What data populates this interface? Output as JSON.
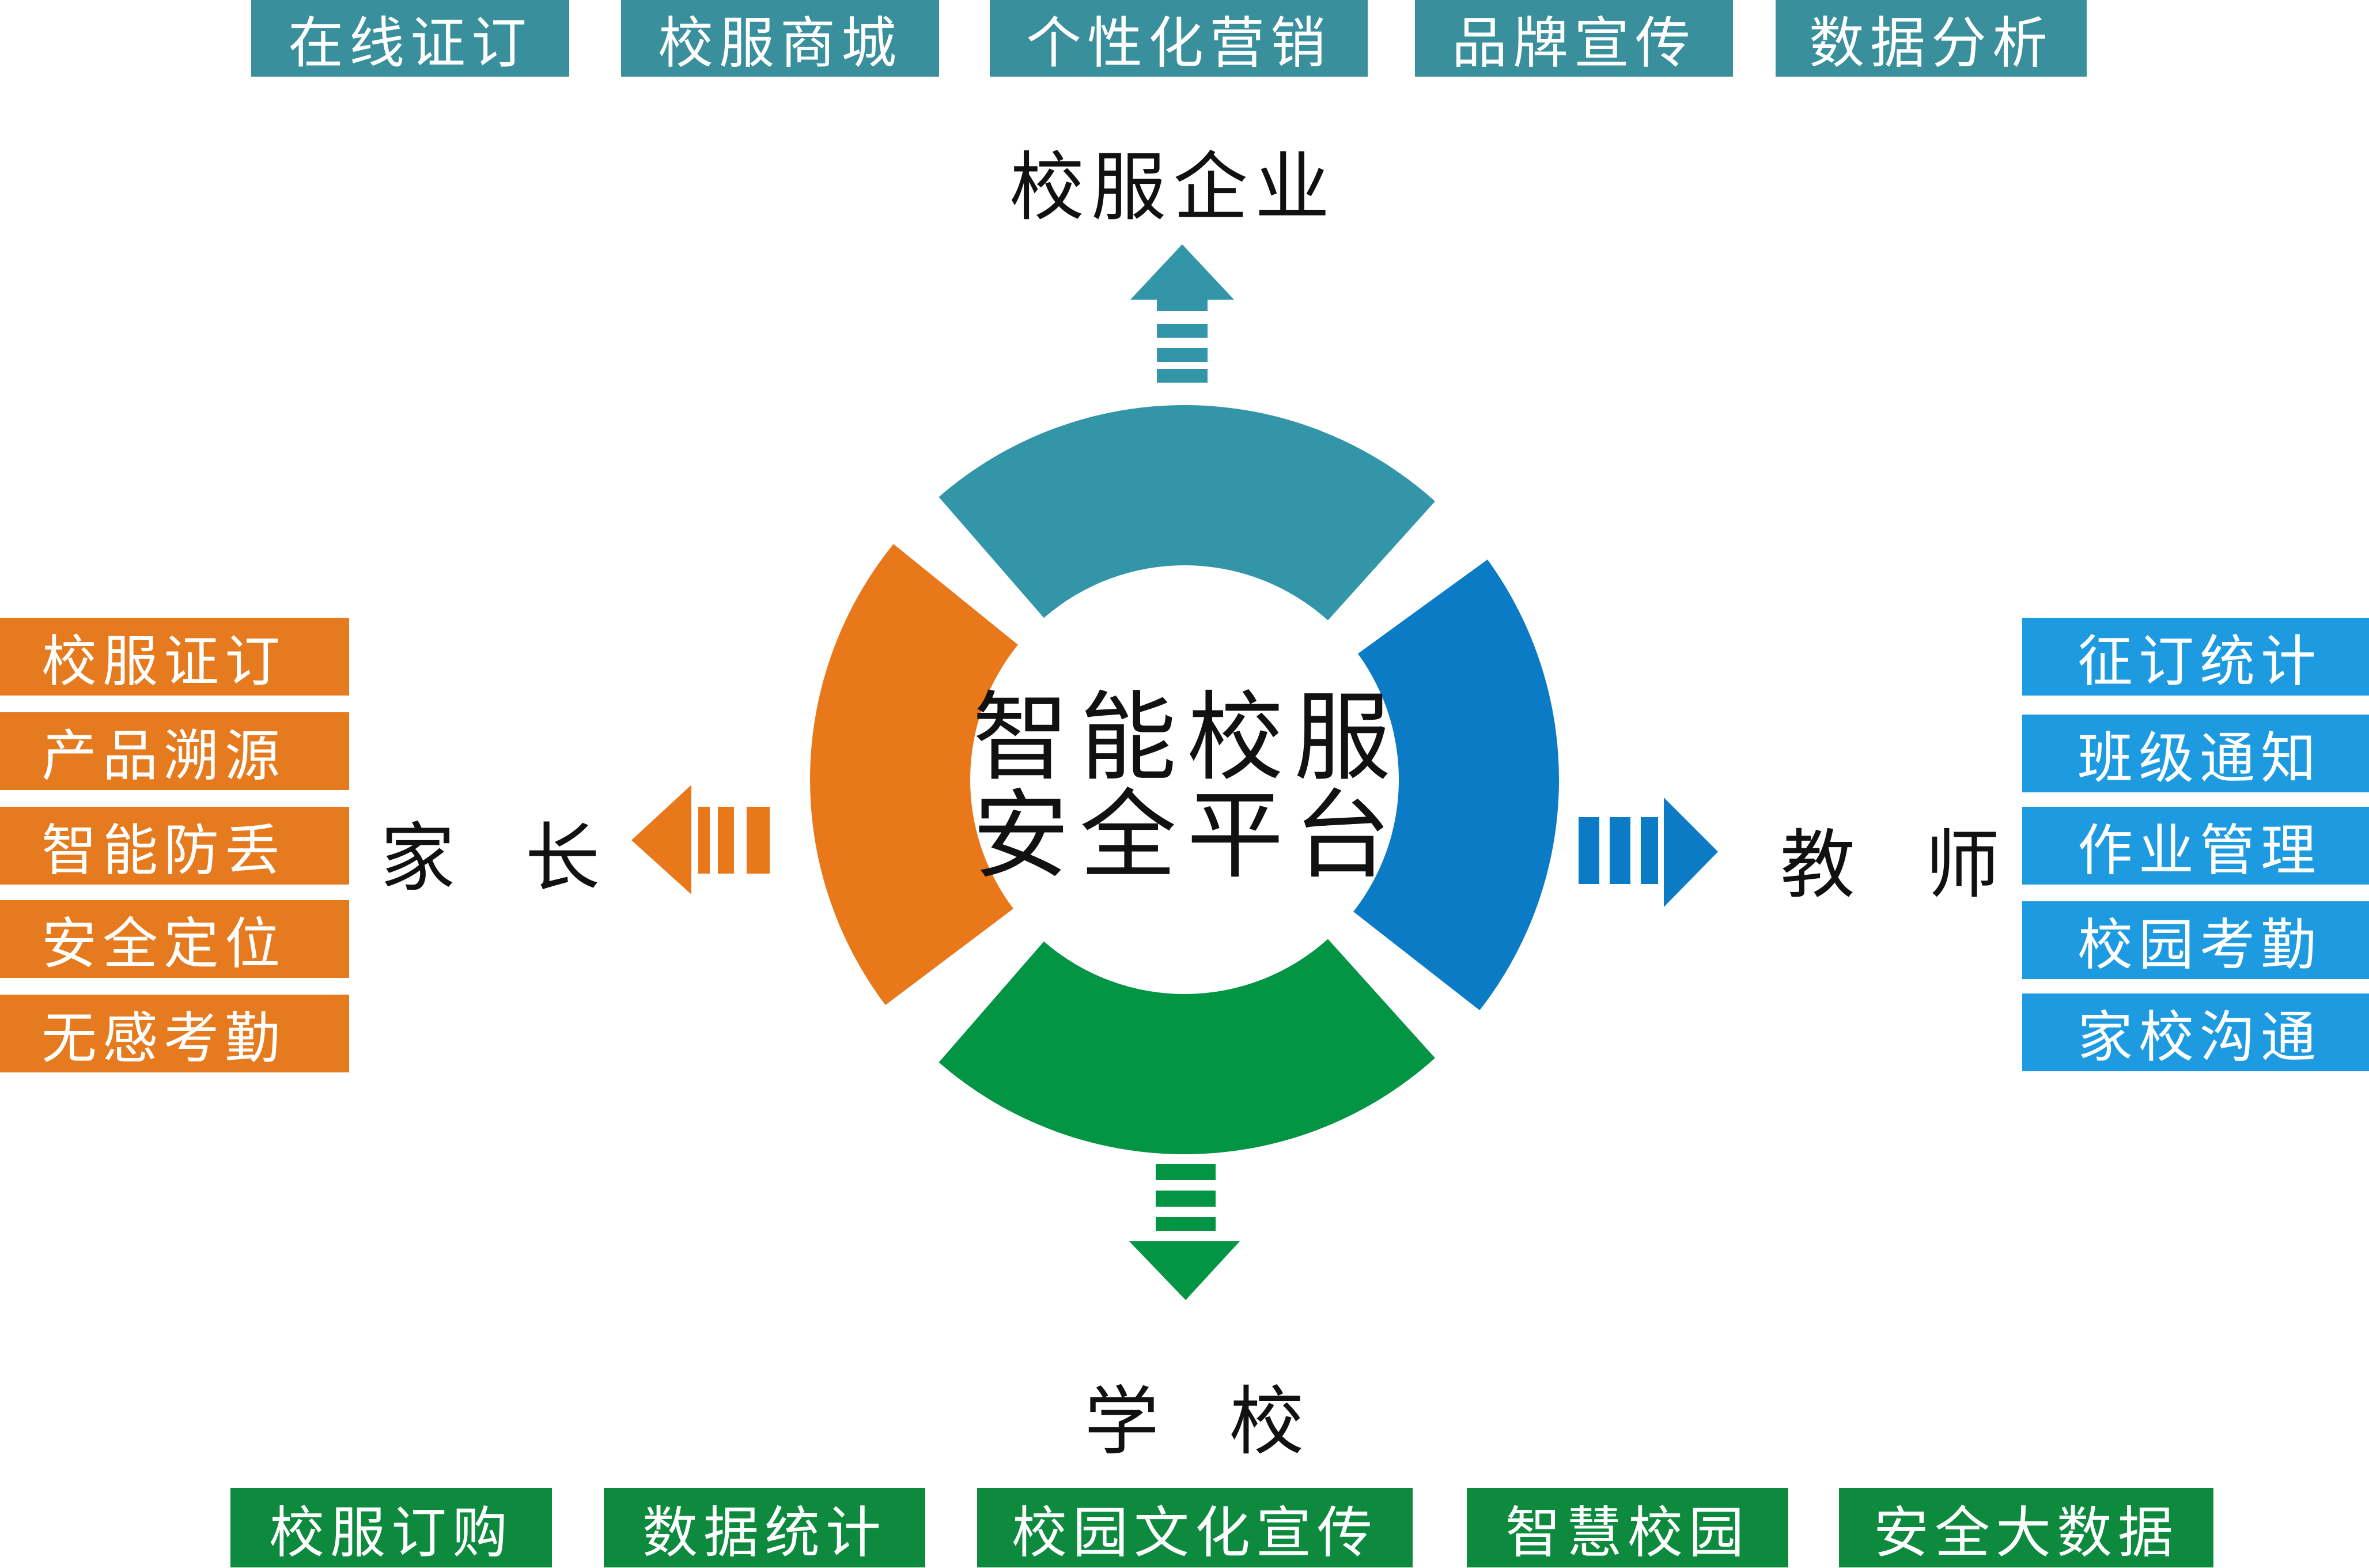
{
  "center": {
    "line1": "智能校服",
    "line2": "安全平台"
  },
  "enterprise": {
    "title": "校服企业",
    "color": "#3a8f9c",
    "items": [
      "在线证订",
      "校服商城",
      "个性化营销",
      "品牌宣传",
      "数据分析"
    ]
  },
  "parent": {
    "title": "家 长",
    "color": "#e57a1f",
    "items": [
      "校服证订",
      "产品溯源",
      "智能防丢",
      "安全定位",
      "无感考勤"
    ]
  },
  "teacher": {
    "title": "教 师",
    "color": "#1e9be0",
    "items": [
      "征订统计",
      "班级通知",
      "作业管理",
      "校园考勤",
      "家校沟通"
    ]
  },
  "school": {
    "title": "学 校",
    "color": "#0e8a3e",
    "items": [
      "校服订购",
      "数据统计",
      "校园文化宣传",
      "智慧校园",
      "安全大数据"
    ]
  },
  "ring_colors": {
    "top": "#3296a8",
    "right": "#0a7bc4",
    "bottom": "#039444",
    "left": "#e8781a"
  }
}
